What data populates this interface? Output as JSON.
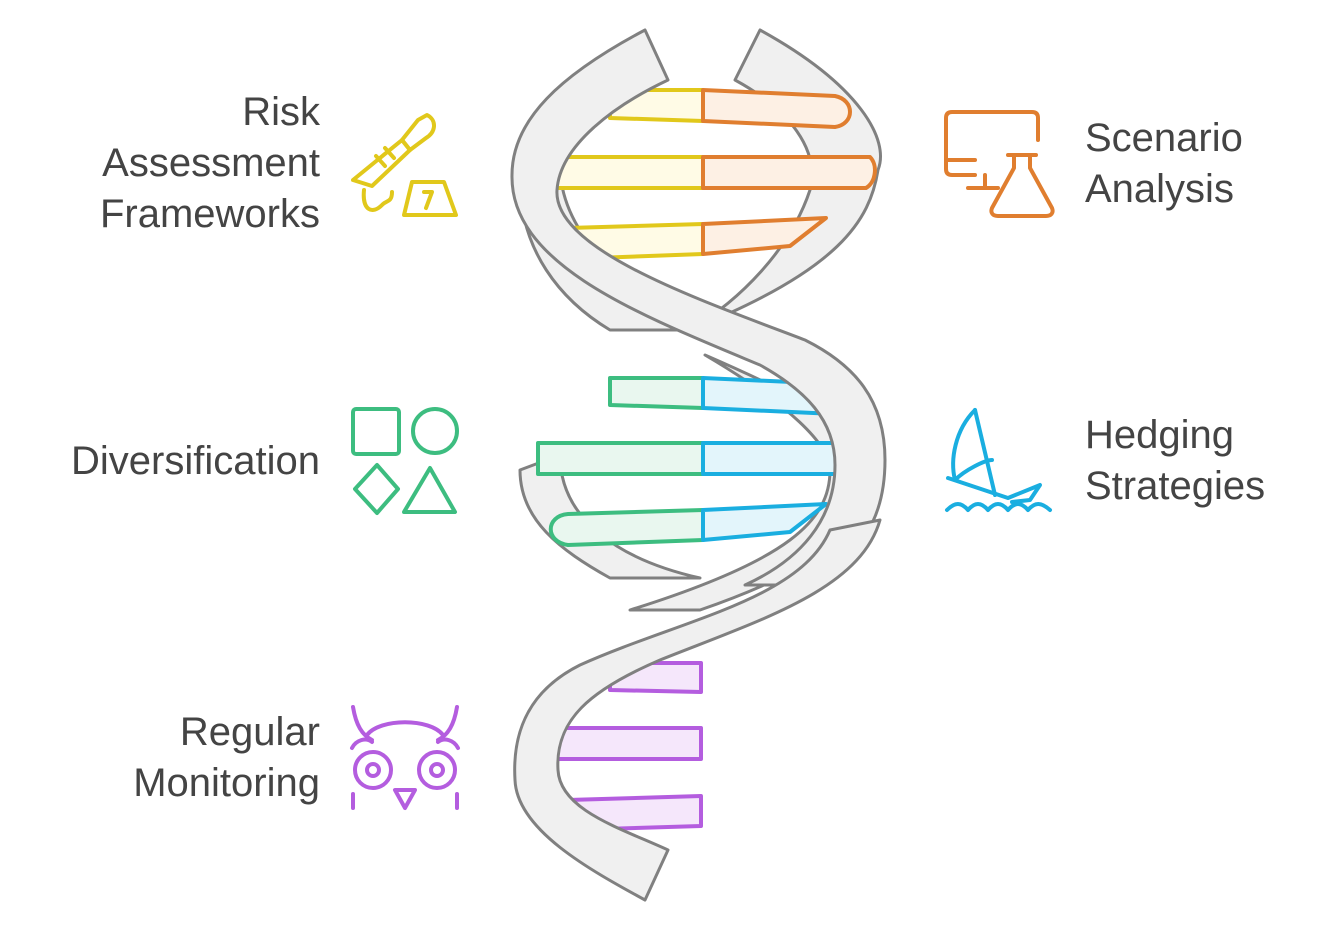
{
  "colors": {
    "strand_fill": "#f0f0f0",
    "strand_stroke": "#808080",
    "text": "#444444",
    "yellow": "#e1c81b",
    "yellow_fill": "#fffbe6",
    "orange": "#e07e2f",
    "orange_fill": "#fdf0e4",
    "green": "#3dbd80",
    "green_fill": "#e9f7ef",
    "blue": "#1aaee0",
    "blue_fill": "#e3f5fb",
    "purple": "#b45ddf",
    "purple_fill": "#f5e7fb"
  },
  "items": [
    {
      "side": "left",
      "lines": [
        "Risk",
        "Assessment",
        "Frameworks"
      ],
      "icon": "knife-cutting-board-icon",
      "color": "yellow"
    },
    {
      "side": "right",
      "lines": [
        "Scenario",
        "Analysis"
      ],
      "icon": "monitor-flask-icon",
      "color": "orange"
    },
    {
      "side": "left",
      "lines": [
        "Diversification"
      ],
      "icon": "shapes-icon",
      "color": "green"
    },
    {
      "side": "right",
      "lines": [
        "Hedging",
        "Strategies"
      ],
      "icon": "sailboat-icon",
      "color": "blue"
    },
    {
      "side": "left",
      "lines": [
        "Regular",
        "Monitoring"
      ],
      "icon": "owl-icon",
      "color": "purple"
    }
  ]
}
